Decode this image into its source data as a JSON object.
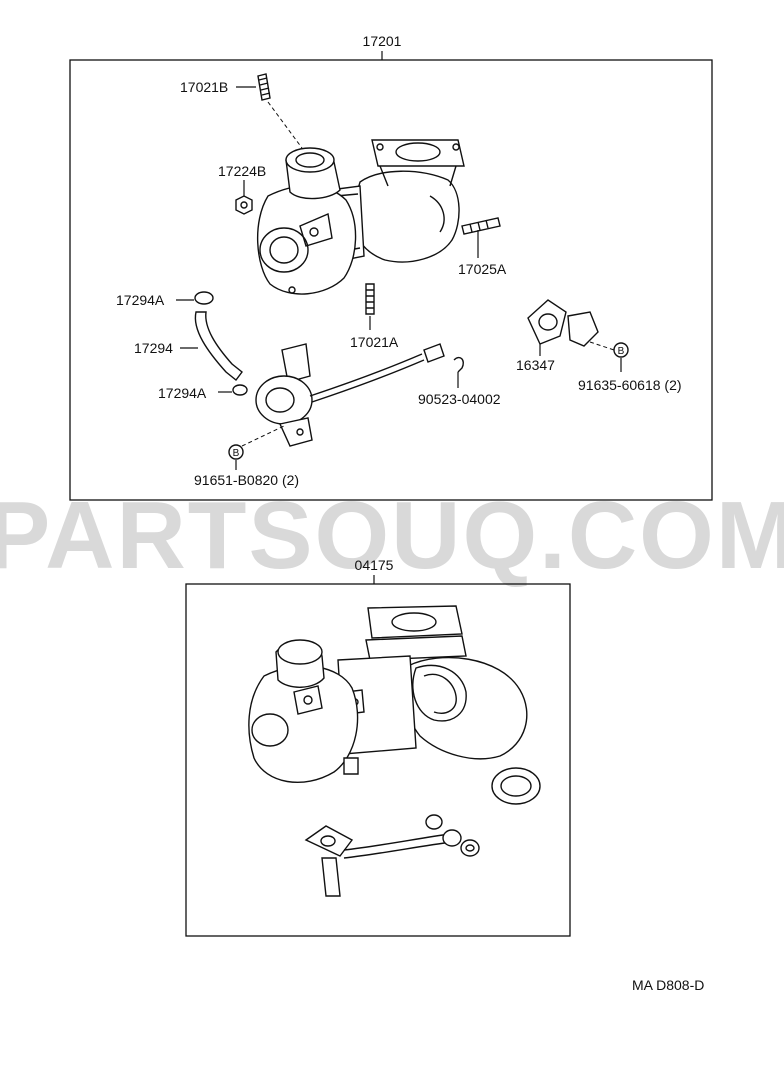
{
  "assembly_top": {
    "number": "17201"
  },
  "assembly_bottom": {
    "number": "04175"
  },
  "callouts": {
    "c17021B": "17021B",
    "c17224B": "17224B",
    "c17025A": "17025A",
    "c17294A_top": "17294A",
    "c17294": "17294",
    "c17021A": "17021A",
    "c16347": "16347",
    "c17294A_bottom": "17294A",
    "c90523": "90523-04002",
    "c91635": "91635-60618 (2)",
    "c91651": "91651-B0820 (2)"
  },
  "markers": {
    "b_symbol": "B"
  },
  "watermark": "PARTSOUQ.COM",
  "diagram_code": "MA  D808-D"
}
